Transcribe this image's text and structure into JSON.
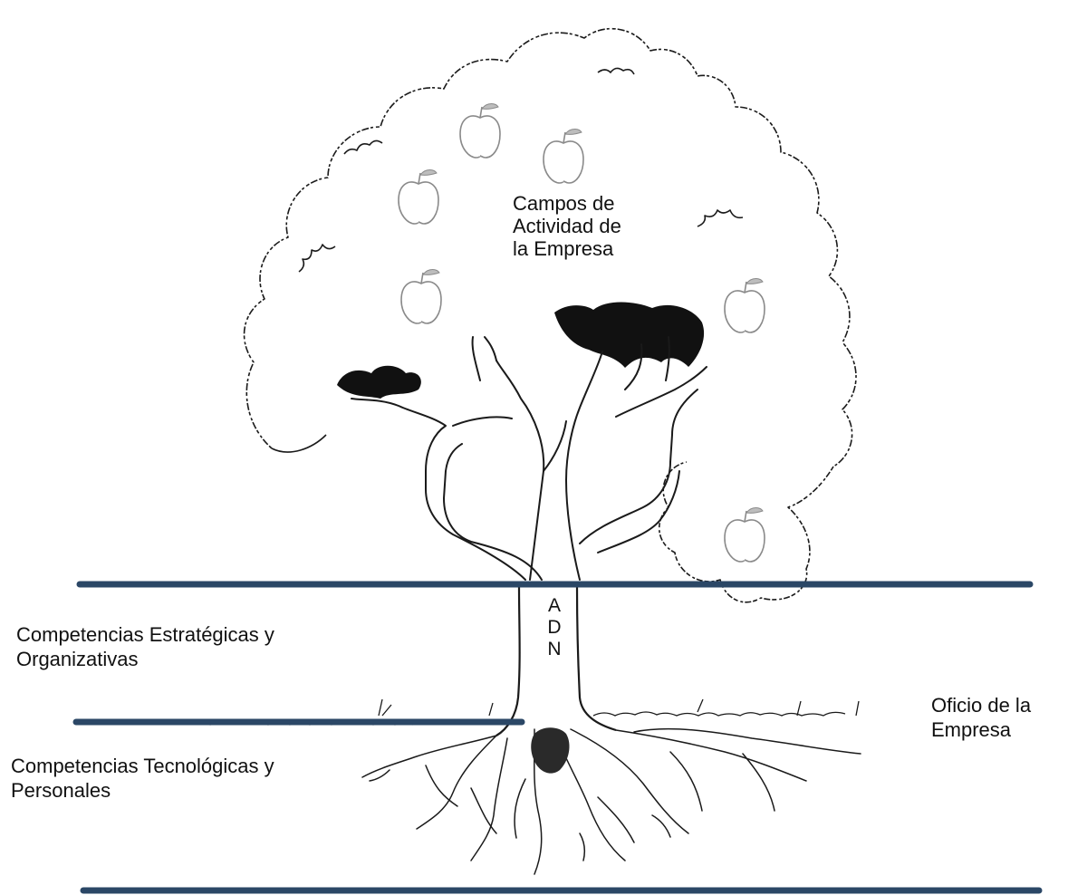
{
  "labels": {
    "campos": [
      "Campos de",
      "Actividad de",
      "la Empresa"
    ],
    "estrategicas": [
      "Competencias Estratégicas y",
      "Organizativas"
    ],
    "tecnologicas": [
      "Competencias Tecnológicas y",
      "Personales"
    ],
    "oficio": [
      "Oficio de la",
      "Empresa"
    ],
    "adn": [
      "A",
      "D",
      "N"
    ]
  },
  "icons": {
    "tree": "tree-drawing-icon",
    "fruit": "apple-icon"
  },
  "colors": {
    "line": "#2b4766",
    "ink": "#1a1a1a"
  }
}
